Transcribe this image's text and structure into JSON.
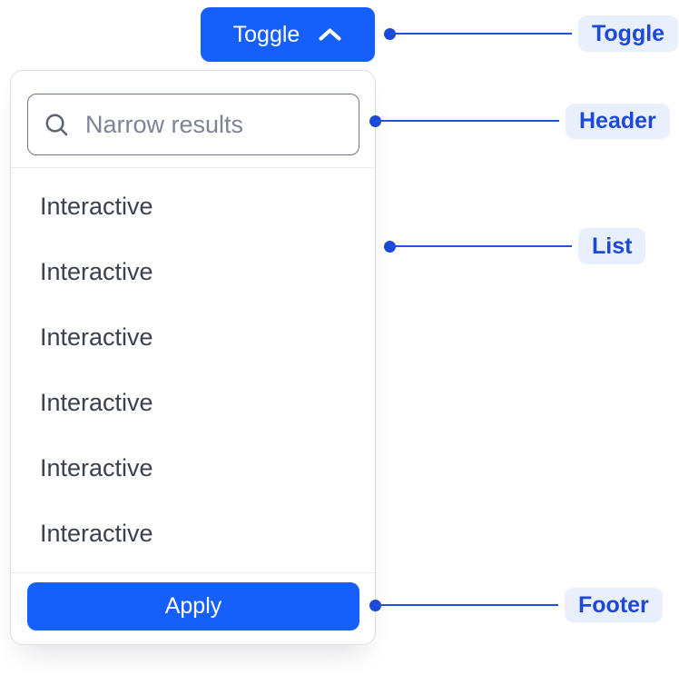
{
  "toggle_button": {
    "label": "Toggle"
  },
  "dropdown": {
    "search_placeholder": "Narrow results",
    "items": [
      "Interactive",
      "Interactive",
      "Interactive",
      "Interactive",
      "Interactive",
      "Interactive"
    ],
    "apply_label": "Apply"
  },
  "annotations": {
    "toggle_label": "Toggle",
    "header_label": "Header",
    "list_label": "List",
    "footer_label": "Footer"
  },
  "colors": {
    "accent_blue": "#1560fb",
    "annotation_blue": "#1c49d8",
    "annotation_pill_bg": "#e8effd",
    "list_text": "#39404e",
    "panel_border": "#dcdfe5",
    "search_border": "#6e7687"
  }
}
